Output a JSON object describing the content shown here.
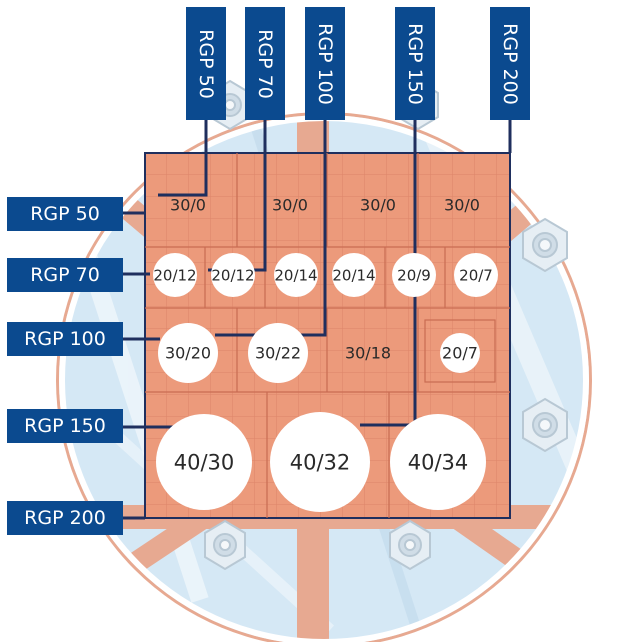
{
  "top_labels": [
    "RGP 50",
    "RGP 70",
    "RGP 100",
    "RGP 150",
    "RGP 200"
  ],
  "left_labels": [
    "RGP 50",
    "RGP 70",
    "RGP 100",
    "RGP 150",
    "RGP 200"
  ],
  "openings": {
    "row_rgp50": [
      "30/0",
      "30/0",
      "30/0",
      "30/0"
    ],
    "row_rgp70": [
      "20/12",
      "20/12",
      "20/14",
      "20/14",
      "20/9",
      "20/7"
    ],
    "row_rgp100": [
      "30/20",
      "30/22",
      "30/18",
      "20/7"
    ],
    "row_rgp150": [
      "40/30",
      "40/32",
      "40/34"
    ]
  },
  "colors": {
    "label_bg": "#0b4a8f",
    "panel_fill": "#ec9a7b",
    "panel_tile_line": "#d67a60",
    "glass_blue": "#cfe4f2",
    "rim_salmon": "#e7a991",
    "leader_line": "#1f2f5e",
    "hole_fill": "#ffffff"
  }
}
